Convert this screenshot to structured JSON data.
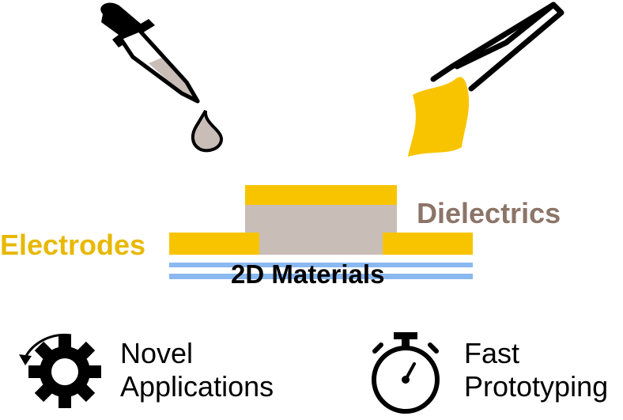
{
  "labels": {
    "electrodes": "Electrodes",
    "dielectrics": "Dielectrics",
    "materials_2d": "2D Materials",
    "novel": [
      "Novel",
      "Applications"
    ],
    "fast": [
      "Fast",
      "Prototyping"
    ]
  },
  "colors": {
    "electrode_gold": "#f8c400",
    "electrode_text": "#e8b800",
    "dielectric_fill": "#c9bdb8",
    "dielectric_text": "#8c7468",
    "material_blue": "#8ab8f0",
    "ink": "#000000",
    "liquid": "#c9bdb8"
  },
  "icons": {
    "dropper": "dropper-icon",
    "tweezers": "tweezers-icon",
    "gear": "gear-refresh-icon",
    "stopwatch": "stopwatch-icon"
  }
}
